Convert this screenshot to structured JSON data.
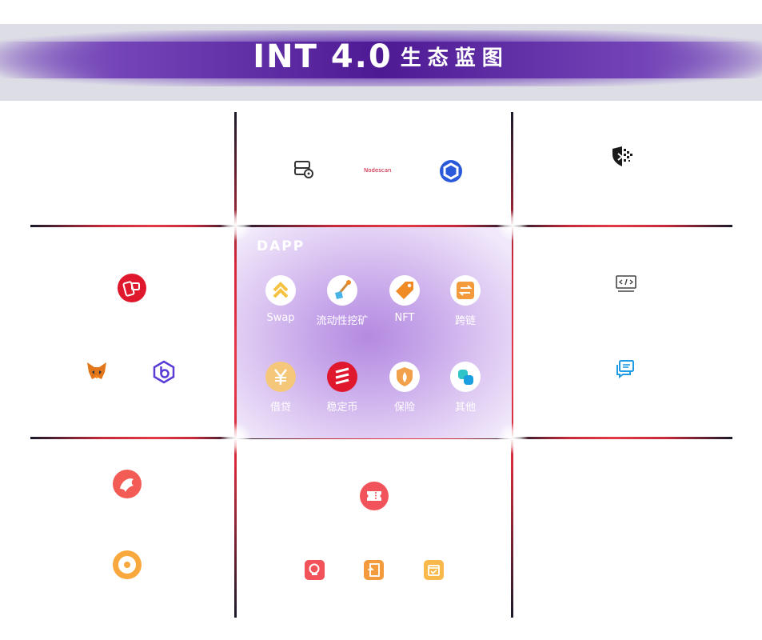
{
  "header": {
    "title_latin": "INT 4.0",
    "title_cn": "生态蓝图"
  },
  "top_middle": {
    "nodescan_label": "Nodescan"
  },
  "dapp": {
    "title": "DAPP",
    "items": [
      {
        "label": "Swap",
        "icon": "swap-icon",
        "color": "#f5c242"
      },
      {
        "label": "流动性挖矿",
        "icon": "shovel-icon",
        "color": "#ffffff"
      },
      {
        "label": "NFT",
        "icon": "nft-tag-icon",
        "color": "#f08a24"
      },
      {
        "label": "跨链",
        "icon": "cross-chain-icon",
        "color": "#f39a3c"
      },
      {
        "label": "借贷",
        "icon": "lending-icon",
        "color": "#f5c77a"
      },
      {
        "label": "稳定币",
        "icon": "stablecoin-icon",
        "color": "#e0182d"
      },
      {
        "label": "保险",
        "icon": "insurance-shield-icon",
        "color": "#ffffff"
      },
      {
        "label": "其他",
        "icon": "other-icon",
        "color": "#ffffff"
      }
    ]
  },
  "colors": {
    "accent_red": "#e23a45",
    "banner_purple": "#4e1a94"
  }
}
